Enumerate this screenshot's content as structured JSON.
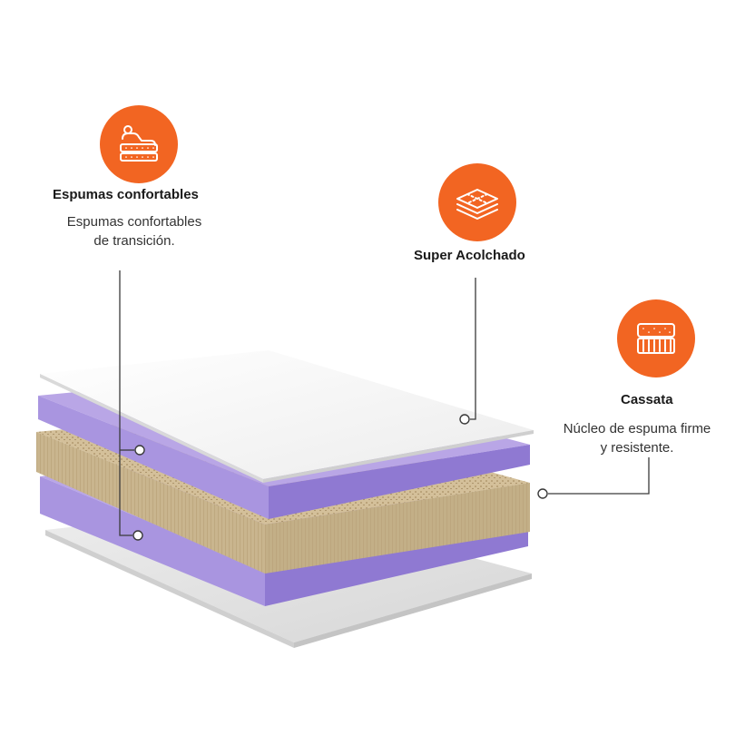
{
  "colors": {
    "accent": "#F26522",
    "purple_top": "#B9A6E6",
    "purple_side": "#9C86D9",
    "cream_top": "#D9C7A4",
    "cream_side": "#C8B48C",
    "white_sheet": "#FAFAFA",
    "grey_sheet": "#E4E4E4",
    "leader_line": "#3A3A3A"
  },
  "features": {
    "comfort_foams": {
      "title": "Espumas confortables",
      "description_lines": [
        "Espumas confortables",
        "de transición."
      ],
      "icon": "person-on-mattress-icon"
    },
    "super_padded": {
      "title": "Super Acolchado",
      "icon": "quilted-layers-icon"
    },
    "cassata": {
      "title": "Cassata",
      "description_lines": [
        "Núcleo de espuma firme",
        "y resistente."
      ],
      "icon": "mattress-core-icon"
    }
  }
}
